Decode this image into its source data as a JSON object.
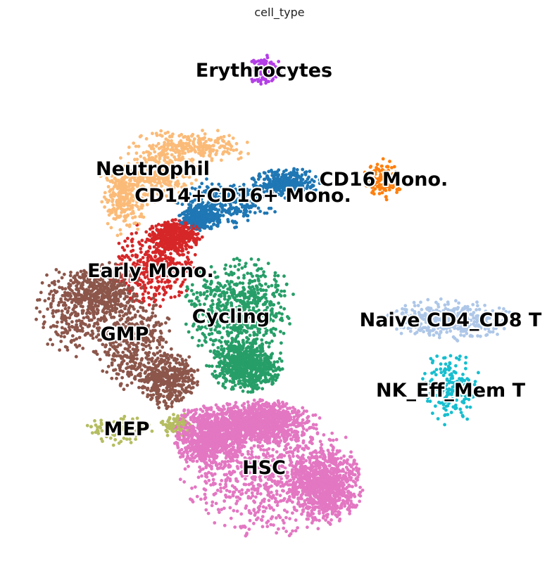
{
  "chart_data": {
    "type": "scatter",
    "title": "cell_type",
    "xlabel": "",
    "ylabel": "",
    "axes_visible": false,
    "grid": false,
    "legend": "on data",
    "series": [
      {
        "name": "Erythrocytes",
        "label": "Erythrocytes",
        "color": "#b33fe6",
        "center": [
          375,
          100
        ],
        "spread": [
          20,
          18
        ],
        "n": 110,
        "blobs": [
          [
            375,
            100,
            20,
            18
          ]
        ]
      },
      {
        "name": "Neutrophil",
        "label": "Neutrophil",
        "color": "#fbbb78",
        "center": [
          217,
          240
        ],
        "spread": [
          80,
          60
        ],
        "n": 800,
        "blobs": [
          [
            270,
            210,
            70,
            22
          ],
          [
            175,
            280,
            30,
            45
          ],
          [
            220,
            250,
            50,
            35
          ]
        ]
      },
      {
        "name": "CD14+CD16+ Mono.",
        "label": "CD14+CD16+ Mono.",
        "color": "#1f77b4",
        "center": [
          345,
          278
        ],
        "spread": [
          80,
          40
        ],
        "n": 900,
        "blobs": [
          [
            320,
            290,
            60,
            30
          ],
          [
            405,
            260,
            40,
            18
          ],
          [
            285,
            310,
            25,
            15
          ]
        ]
      },
      {
        "name": "CD16 Mono.",
        "label": "CD16 Mono.",
        "color": "#ff7f0e",
        "center": [
          545,
          255
        ],
        "spread": [
          25,
          25
        ],
        "n": 130,
        "blobs": [
          [
            545,
            255,
            24,
            24
          ]
        ]
      },
      {
        "name": "Early Mono.",
        "label": "Early Mono.",
        "color": "#d62728",
        "center": [
          214,
          385
        ],
        "spread": [
          65,
          55
        ],
        "n": 750,
        "blobs": [
          [
            220,
            375,
            55,
            50
          ],
          [
            250,
            335,
            30,
            18
          ]
        ]
      },
      {
        "name": "Cycling",
        "label": "Cycling",
        "color": "#279e68",
        "center": [
          328,
          450
        ],
        "spread": [
          80,
          85
        ],
        "n": 1300,
        "blobs": [
          [
            340,
            440,
            65,
            60
          ],
          [
            350,
            520,
            45,
            30
          ]
        ]
      },
      {
        "name": "GMP",
        "label": "GMP",
        "color": "#8c564b",
        "center": [
          177,
          475
        ],
        "spread": [
          120,
          100
        ],
        "n": 1500,
        "blobs": [
          [
            120,
            440,
            60,
            55
          ],
          [
            190,
            490,
            45,
            60
          ],
          [
            240,
            540,
            35,
            35
          ],
          [
            150,
            410,
            45,
            30
          ]
        ]
      },
      {
        "name": "Naive CD4_CD8 T",
        "label": "Naive CD4_CD8 T",
        "color": "#aec7e8",
        "center": [
          640,
          455
        ],
        "spread": [
          85,
          30
        ],
        "n": 380,
        "blobs": [
          [
            640,
            455,
            75,
            25
          ]
        ]
      },
      {
        "name": "NK_Eff_Mem T",
        "label": "NK_Eff_Mem T",
        "color": "#17becf",
        "center": [
          640,
          555
        ],
        "spread": [
          45,
          50
        ],
        "n": 170,
        "blobs": [
          [
            640,
            550,
            35,
            45
          ]
        ]
      },
      {
        "name": "MEP",
        "label": "MEP",
        "color": "#b5bd61",
        "center": [
          180,
          610
        ],
        "spread": [
          55,
          25
        ],
        "n": 170,
        "blobs": [
          [
            170,
            610,
            45,
            20
          ],
          [
            250,
            605,
            20,
            15
          ]
        ]
      },
      {
        "name": "HSC",
        "label": "HSC",
        "color": "#e377c2",
        "center": [
          375,
          665
        ],
        "spread": [
          115,
          95
        ],
        "n": 3500,
        "blobs": [
          [
            380,
            670,
            100,
            80
          ],
          [
            300,
            620,
            45,
            40
          ],
          [
            460,
            690,
            45,
            45
          ],
          [
            370,
            600,
            60,
            25
          ]
        ]
      }
    ]
  }
}
